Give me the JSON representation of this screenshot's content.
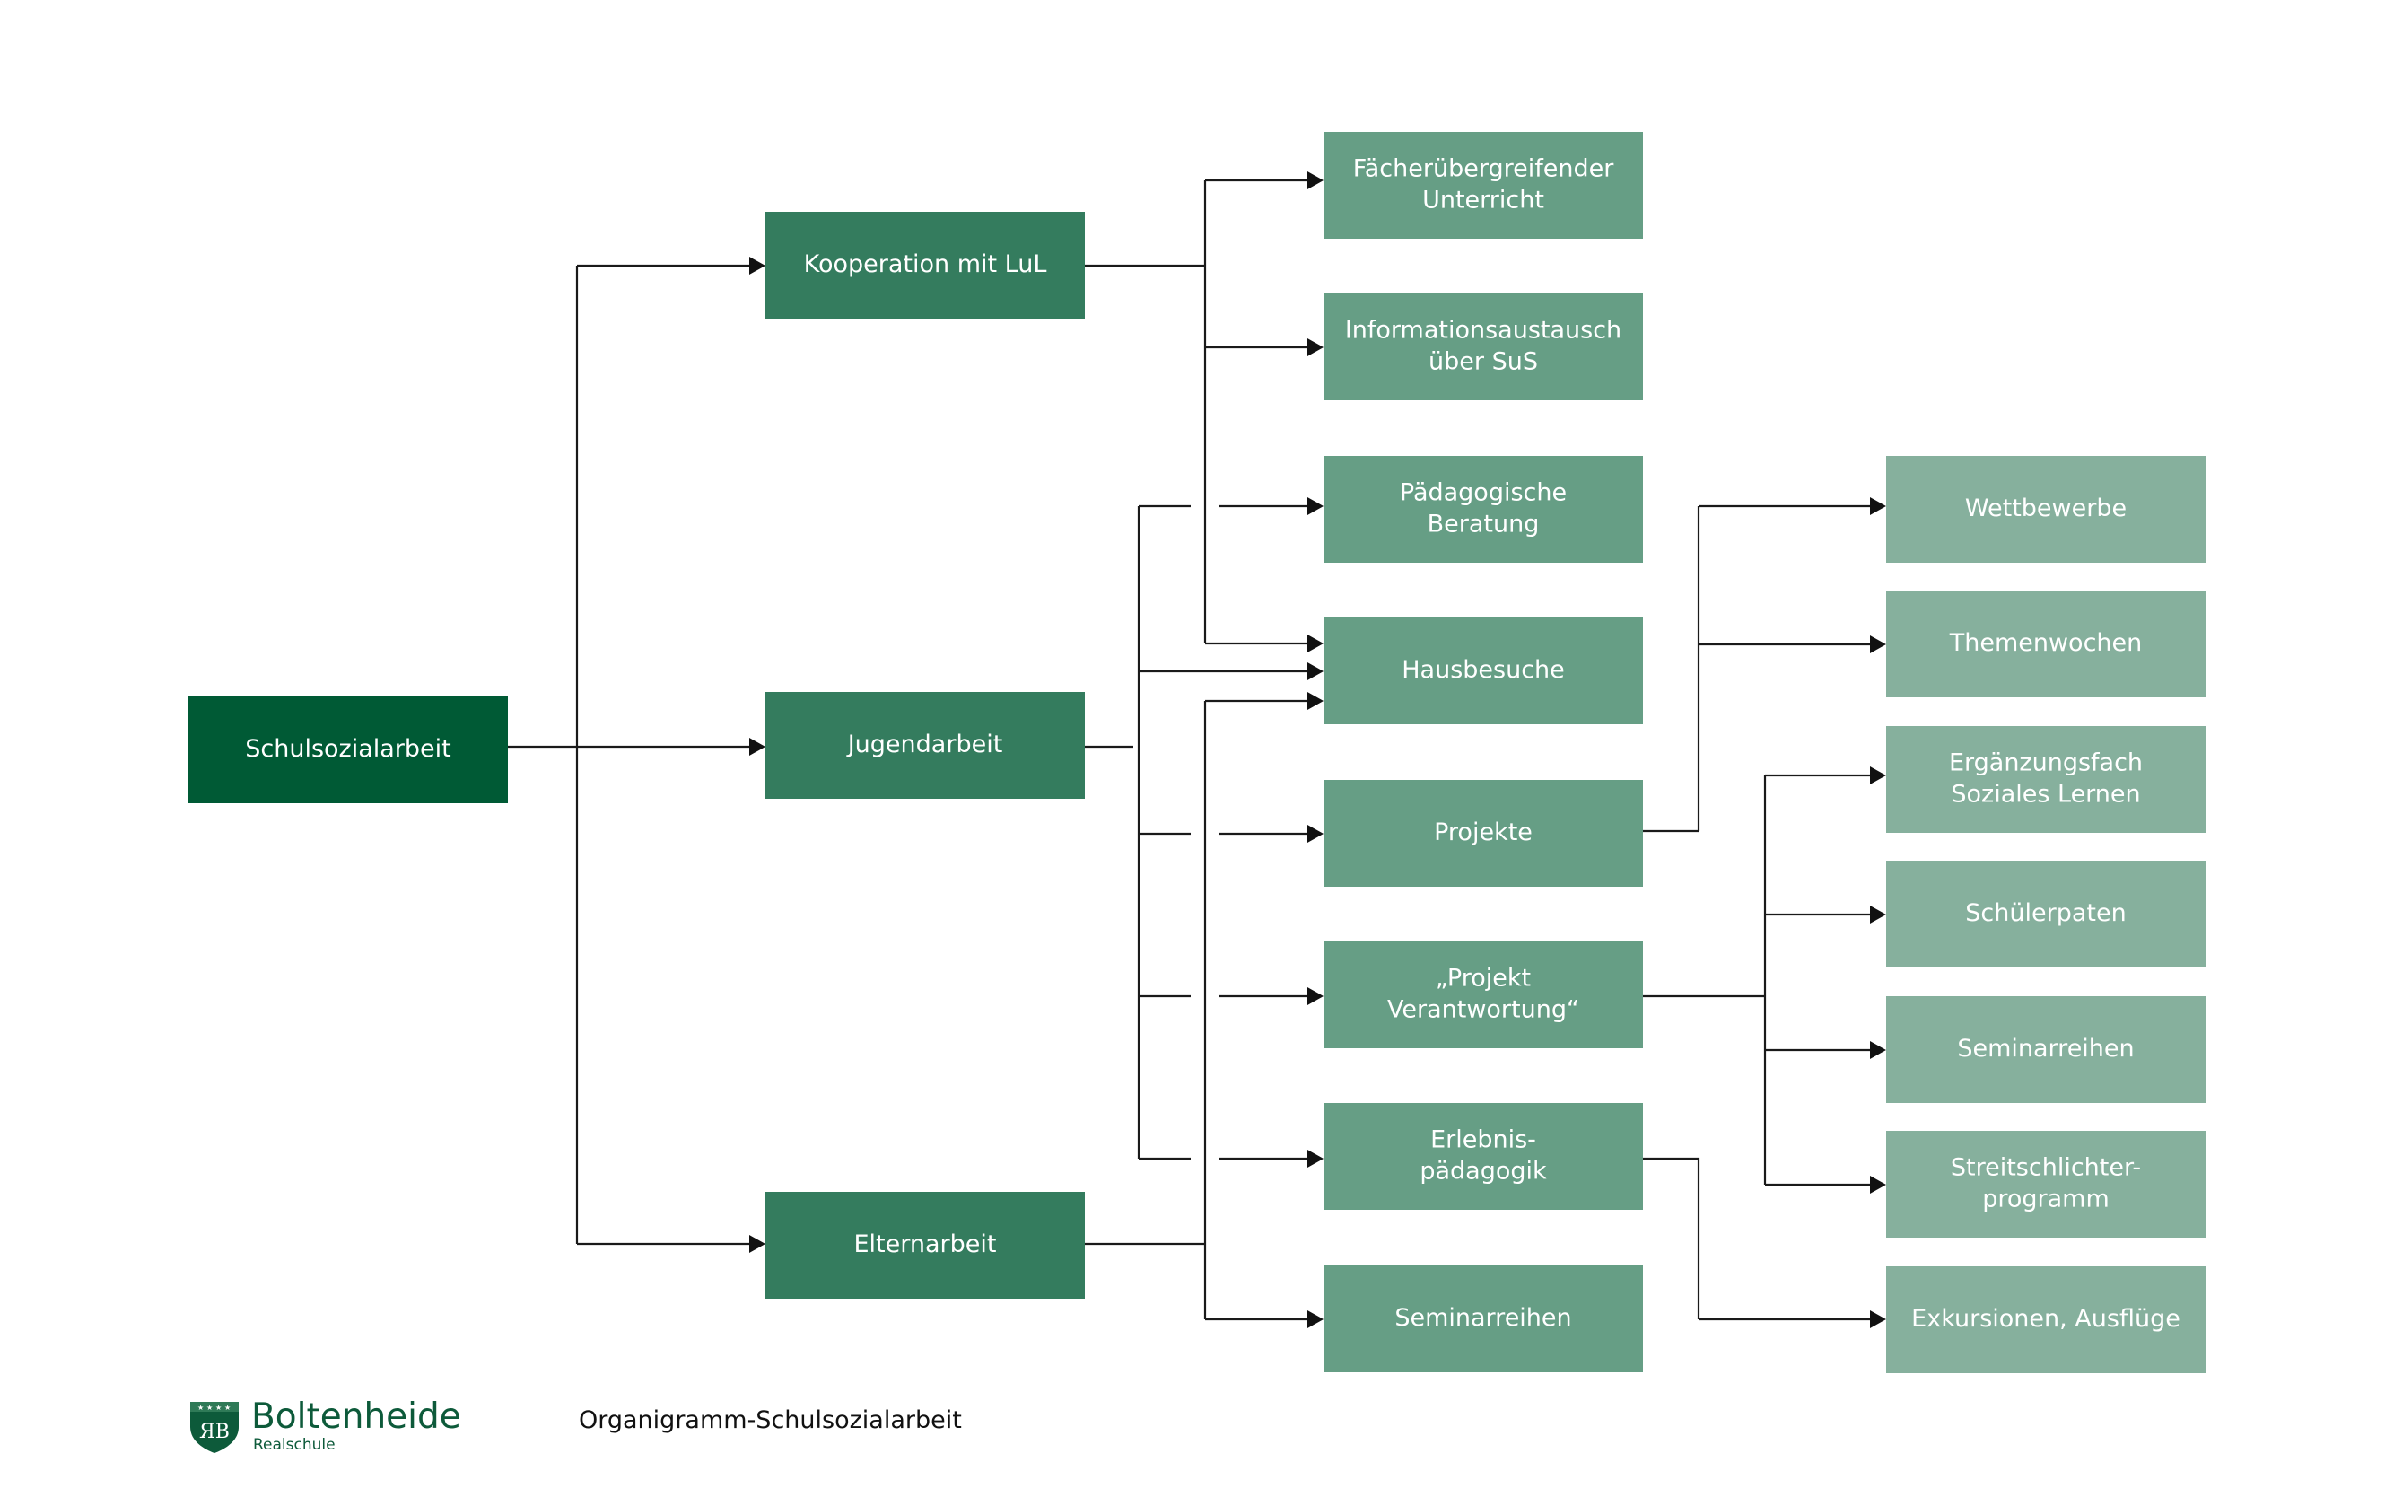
{
  "colors": {
    "level0": "#005a35",
    "level1": "#347c5e",
    "level2": "#669e85",
    "level3": "#86b09d",
    "connector": "#1a1a1a",
    "brand": "#0d5a3a"
  },
  "nodes": {
    "schulsozialarbeit": [
      "Schulsozialarbeit"
    ],
    "kooperation": [
      "Kooperation mit LuL"
    ],
    "jugendarbeit": [
      "Jugendarbeit"
    ],
    "elternarbeit": [
      "Elternarbeit"
    ],
    "faecher": [
      "Fächerübergreifender",
      "Unterricht"
    ],
    "info": [
      "Informationsaustausch",
      "über SuS"
    ],
    "paed": [
      "Pädagogische",
      "Beratung"
    ],
    "hausbesuche": [
      "Hausbesuche"
    ],
    "projekte": [
      "Projekte"
    ],
    "verantwortung": [
      "„Projekt",
      "Verantwortung“"
    ],
    "erlebnis": [
      "Erlebnis-",
      "pädagogik"
    ],
    "seminar_mid": [
      "Seminarreihen"
    ],
    "wettbewerbe": [
      "Wettbewerbe"
    ],
    "themenwochen": [
      "Themenwochen"
    ],
    "ergaenzung": [
      "Ergänzungsfach",
      "Soziales Lernen"
    ],
    "schuelerpaten": [
      "Schülerpaten"
    ],
    "seminar_right": [
      "Seminarreihen"
    ],
    "streit": [
      "Streitschlichter-",
      "programm"
    ],
    "exkursionen": [
      "Exkursionen, Ausflüge"
    ]
  },
  "footer": {
    "brand_name": "Boltenheide",
    "brand_sub": "Realschule",
    "caption": "Organigramm-Schulsozialarbeit"
  },
  "icons": {
    "logo": "school-crest-icon"
  }
}
